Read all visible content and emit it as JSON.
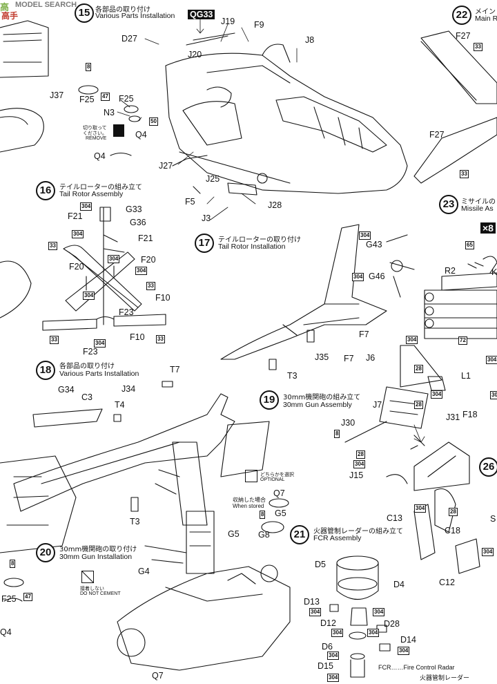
{
  "watermark": {
    "logo": "高",
    "site": "MODEL SEARCH",
    "brand": "高手"
  },
  "steps": [
    {
      "num": "15",
      "jp": "各部品の取り付け",
      "en": "Various Parts Installation"
    },
    {
      "num": "16",
      "jp": "テイルローターの組み立て",
      "en": "Tail Rotor Assembly"
    },
    {
      "num": "17",
      "jp": "テイルローターの取り付け",
      "en": "Tail Rotor Installation"
    },
    {
      "num": "18",
      "jp": "各部品の取り付け",
      "en": "Various Parts Installation"
    },
    {
      "num": "19",
      "jp": "30mm機関砲の組み立て",
      "en": "30mm Gun Assembly"
    },
    {
      "num": "20",
      "jp": "30mm機関砲の取り付け",
      "en": "30mm Gun Installation"
    },
    {
      "num": "21",
      "jp": "火器管制レーダーの組み立て",
      "en": "FCR Assembly"
    },
    {
      "num": "22",
      "jp": "メイン",
      "en": "Main R"
    },
    {
      "num": "23",
      "jp": "ミサイルの",
      "en": "Missile As"
    },
    {
      "num": "26",
      "jp": "",
      "en": ""
    }
  ],
  "notes": {
    "remove_jp1": "切り取って",
    "remove_jp2": "ください。",
    "remove_en": "REMOVE",
    "nocement_jp": "接着しない",
    "nocement_en": "DO NOT CEMENT",
    "optional_jp": "どちらかを選択",
    "optional_en": "OPTIONAL",
    "stored_jp": "収納した場合",
    "stored_en": "When stored",
    "fcr_def": "FCR……Fire Control Radar",
    "fcr_jp": "火器管制レーダー",
    "x8": "×8"
  },
  "parts": {
    "qg33": "QG33",
    "j19": "J19",
    "f9": "F9",
    "d27": "D27",
    "j20": "J20",
    "j8": "J8",
    "f25a": "F25",
    "n3": "N3",
    "q4a": "Q4",
    "q4b": "Q4",
    "j37": "J37",
    "j27": "J27",
    "j25": "J25",
    "f5": "F5",
    "j3": "J3",
    "j28": "J28",
    "f27a": "F27",
    "f27b": "F27",
    "g33": "G33",
    "f21a": "F21",
    "g36": "G36",
    "f21b": "F21",
    "f20a": "F20",
    "f20b": "F20",
    "f10a": "F10",
    "f23": "F23",
    "f10b": "F10",
    "g43": "G43",
    "g46": "G46",
    "r2": "R2",
    "k": "K",
    "f7a": "F7",
    "f7b": "F7",
    "j35": "J35",
    "t3a": "T3",
    "j6": "J6",
    "j7": "J7",
    "j30": "J30",
    "j15": "J15",
    "j31": "J31",
    "l1": "L1",
    "f18": "F18",
    "t7": "T7",
    "j34": "J34",
    "g34": "G34",
    "c3": "C3",
    "t4": "T4",
    "t3b": "T3",
    "q7a": "Q7",
    "g5a": "G5",
    "g5b": "G5",
    "g8": "G8",
    "g4": "G4",
    "q7b": "Q7",
    "c13": "C13",
    "c18": "C18",
    "c12": "C12",
    "d5": "D5",
    "d4": "D4",
    "d13": "D13",
    "d12": "D12",
    "d28": "D28",
    "d14": "D14",
    "d6": "D6",
    "d15": "D15",
    "f25b": "F25",
    "q4c": "Q4",
    "s": "S"
  },
  "tags": {
    "t8a": "8",
    "t47a": "47",
    "t50": "50",
    "t33a": "33",
    "t33b": "33",
    "t304": "304",
    "t65": "65",
    "t72": "72",
    "t28": "28",
    "t8b": "8",
    "t8c": "8",
    "t47b": "47"
  }
}
